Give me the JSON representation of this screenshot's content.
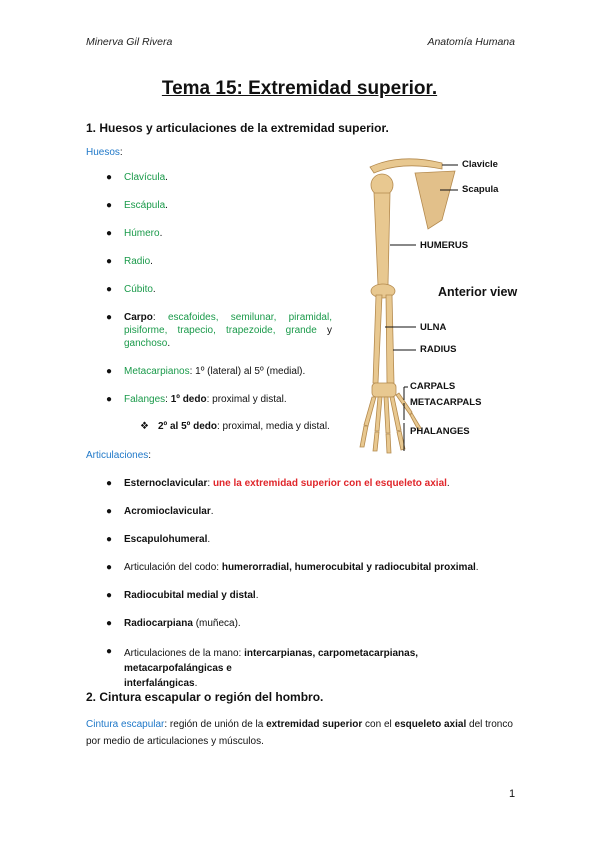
{
  "header": {
    "author": "Minerva Gil Rivera",
    "subject": "Anatomía Humana"
  },
  "title": "Tema 15: Extremidad superior.",
  "section1": {
    "heading": "1. Huesos y articulaciones de la extremidad superior.",
    "bones_label": "Huesos",
    "bones": [
      "Clavícula",
      "Escápula",
      "Húmero",
      "Radio",
      "Cúbito"
    ],
    "carpo": {
      "label": "Carpo",
      "line1_words": [
        "escafoides",
        "semilunar",
        "piramidal"
      ],
      "line2_words": [
        "pisiforme",
        "trapecio",
        "trapezoide",
        "grande"
      ],
      "conj": "y",
      "line3_word": "ganchoso"
    },
    "metacarpianos": {
      "label": "Metacarpianos",
      "text": ": 1º (lateral) al 5º (medial)."
    },
    "falanges": {
      "label": "Falanges",
      "bold": "1º dedo",
      "text": ": proximal y distal."
    },
    "falanges_sub": {
      "bold": "2º al 5º dedo",
      "text": ": proximal, media y distal."
    },
    "joints_label": "Articulaciones",
    "joints": {
      "esternoclavicular": {
        "bold": "Esternoclavicular",
        "red": "une la extremidad superior con el esqueleto axial",
        "end": "."
      },
      "acromioclavicular": "Acromioclavicular",
      "escapulohumeral": "Escapulohumeral",
      "codo": {
        "pre": "Articulación del codo: ",
        "bold": "humerorradial, humerocubital y radiocubital proximal",
        "end": "."
      },
      "radiocubital": "Radiocubital medial y distal",
      "radiocarpiana": {
        "bold": "Radiocarpiana",
        "text": " (muñeca)."
      },
      "mano": {
        "pre": "Articulaciones de la mano: ",
        "bold1": "intercarpianas, carpometacarpianas, metacarpofalángicas e",
        "bold2": "interfalángicas",
        "end": "."
      }
    }
  },
  "section2": {
    "heading": "2. Cintura escapular o región del hombro.",
    "label": "Cintura escapular",
    "line1_a": ": región de unión de la ",
    "line1_b": "extremidad superior",
    "line1_c": " con el ",
    "line1_d": "esqueleto axial",
    "line1_e": " del tronco",
    "line2": "por medio de articulaciones y músculos."
  },
  "figure": {
    "labels": {
      "clavicle": "Clavicle",
      "scapula": "Scapula",
      "humerus": "HUMERUS",
      "view": "Anterior view",
      "ulna": "ULNA",
      "radius": "RADIUS",
      "carpals": "CARPALS",
      "metacarpals": "METACARPALS",
      "phalanges": "PHALANGES"
    },
    "bone_color": "#e8c890"
  },
  "page_number": "1"
}
